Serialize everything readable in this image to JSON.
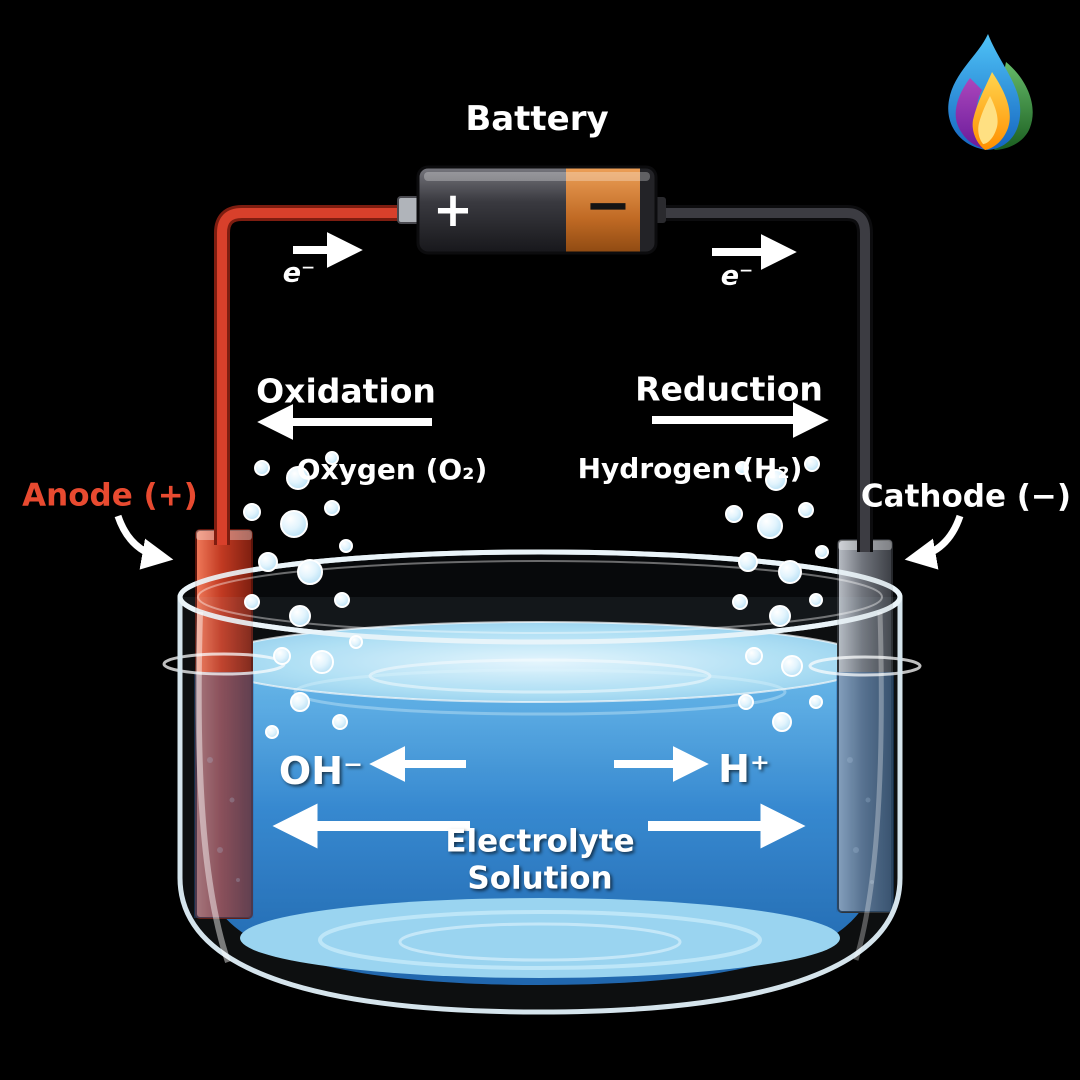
{
  "logo": {
    "icon": "flame-logo"
  },
  "battery": {
    "label": "Battery",
    "positive_symbol": "+",
    "negative_symbol": "−"
  },
  "circuit": {
    "electron_left": "e⁻",
    "electron_right": "e⁻"
  },
  "reactions": {
    "oxidation_label": "Oxidation",
    "oxygen_label": "Oxygen (O₂)",
    "reduction_label": "Reduction",
    "hydrogen_label": "Hydrogen (H₂)"
  },
  "electrodes": {
    "anode_label": "Anode (+)",
    "cathode_label": "Cathode (−)"
  },
  "solution": {
    "hydroxide_label": "OH⁻",
    "hydrogen_ion_label": "H⁺",
    "name_line1": "Electrolyte",
    "name_line2": "Solution"
  },
  "colors": {
    "background": "#000000",
    "anode_red": "#c23a22",
    "cathode_gray": "#70747c",
    "battery_orange": "#c06a24",
    "positive_wire_red": "#d8402b",
    "negative_wire_dark": "#3c3c42",
    "solution_blue": "#2e84cf",
    "anode_label_red": "#e84a30",
    "text_white": "#ffffff"
  }
}
